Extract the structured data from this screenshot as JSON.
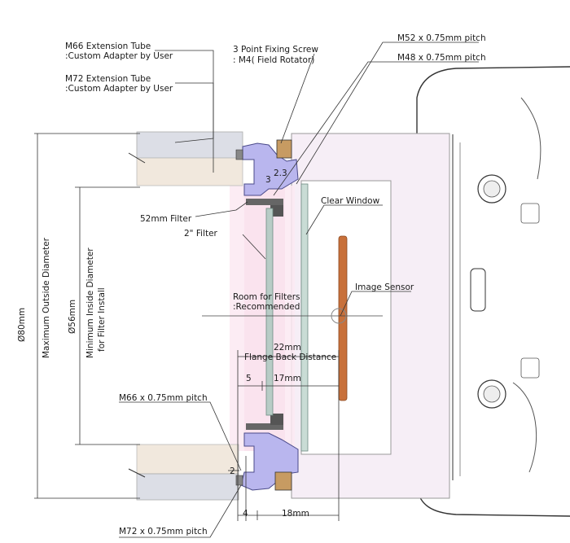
{
  "labels": {
    "m66_tube": "M66 Extension Tube",
    "m66_tube_sub": ":Custom Adapter by User",
    "m72_tube": "M72 Extension Tube",
    "m72_tube_sub": ":Custom Adapter by User",
    "fixing_screw": "3 Point Fixing Screw",
    "fixing_screw_sub": ": M4( Field Rotator)",
    "m52_pitch": "M52 x 0.75mm pitch",
    "m48_pitch": "M48 x 0.75mm pitch",
    "filter_52": "52mm Filter",
    "filter_2in": "2\" Filter",
    "clear_window": "Clear Window",
    "room_filters": "Room for Filters",
    "room_filters_sub": ":Recommended",
    "image_sensor": "Image Sensor",
    "flange_back": "Flange Back Distance",
    "m66_pitch": "M66 x 0.75mm pitch",
    "m72_pitch": "M72 x 0.75mm pitch",
    "max_outside_value": "Ø80mm",
    "max_outside_label": "Maximum Outside Diameter",
    "min_inside_value": "Ø56mm",
    "min_inside_label": "Minimum Inside Diameter",
    "min_inside_label2": "for Filter Install"
  },
  "dimensions": {
    "d_3": "3",
    "d_2_3": "2.3",
    "d_22mm": "22mm",
    "d_5": "5",
    "d_17mm": "17mm",
    "d_2": "2",
    "d_4": "4",
    "d_18mm": "18mm"
  },
  "colors": {
    "adapter_blue": "#b9b6ee",
    "tube_cream": "#f1e8dd",
    "tube_gray": "#dcdee6",
    "body_pink": "#f6eef6",
    "sensor": "#c8703a",
    "filter_glass": "#b8ccc6"
  }
}
